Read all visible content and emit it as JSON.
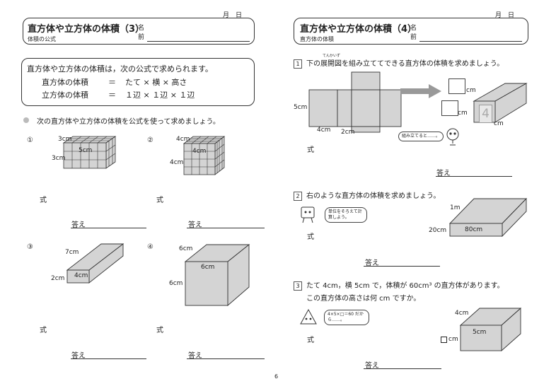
{
  "left": {
    "date": "月　日",
    "title": "直方体や立方体の体積（3）",
    "subtitle": "体積の公式",
    "name_label_1": "名",
    "name_label_2": "前",
    "formula_intro": "直方体や立方体の体積は，次の公式で求められます。",
    "formula_cuboid_label": "直方体の体積",
    "formula_cuboid_eq": "＝",
    "formula_cuboid": "たて × 横 × 高さ",
    "formula_cube_label": "立方体の体積",
    "formula_cube_eq": "＝",
    "formula_cube": "１辺 × １辺 × １辺",
    "instruction": "次の直方体や立方体の体積を公式を使って求めましょう。",
    "problems": [
      {
        "num": "①",
        "dims": [
          "3cm",
          "5cm",
          "3cm"
        ],
        "shiki": "式",
        "kotae": "答え"
      },
      {
        "num": "②",
        "dims": [
          "4cm",
          "4cm",
          "4cm"
        ],
        "shiki": "式",
        "kotae": "答え"
      },
      {
        "num": "③",
        "dims": [
          "7cm",
          "4cm",
          "2cm"
        ],
        "shiki": "式",
        "kotae": "答え"
      },
      {
        "num": "④",
        "dims": [
          "6cm",
          "6cm",
          "6cm"
        ],
        "shiki": "式",
        "kotae": "答え"
      }
    ]
  },
  "right": {
    "date": "月　日",
    "title": "直方体や立方体の体積（4）",
    "subtitle": "直方体の体積",
    "name_label_1": "名",
    "name_label_2": "前",
    "q1": {
      "num": "1",
      "ruby": "てんかいず",
      "text": "下の展開図を組み立ててできる直方体の体積を求めましょう。",
      "net_labels": [
        "5cm",
        "4cm",
        "2cm"
      ],
      "box_labels": [
        "cm",
        "cm",
        "cm"
      ],
      "hint_number": "4",
      "bubble": "組み立てると……。",
      "shiki": "式",
      "kotae": "答え"
    },
    "q2": {
      "num": "2",
      "text": "右のような直方体の体積を求めましょう。",
      "dims": [
        "1m",
        "20cm",
        "80cm"
      ],
      "bubble": "単位をそろえて計算しよう。",
      "shiki": "式",
      "kotae": "答え"
    },
    "q3": {
      "num": "3",
      "text_line1": "たて 4cm，横 5cm で，体積が 60cm³ の直方体があります。",
      "text_line2": "この直方体の高さは何 cm ですか。",
      "dims": [
        "4cm",
        "5cm",
        "cm"
      ],
      "bubble": "4×5×□＝60 だから……。",
      "shiki": "式",
      "kotae": "答え"
    }
  },
  "page_number": "6",
  "colors": {
    "shape_fill": "#d4d4d4",
    "stroke": "#333333",
    "arrow": "#999999"
  }
}
